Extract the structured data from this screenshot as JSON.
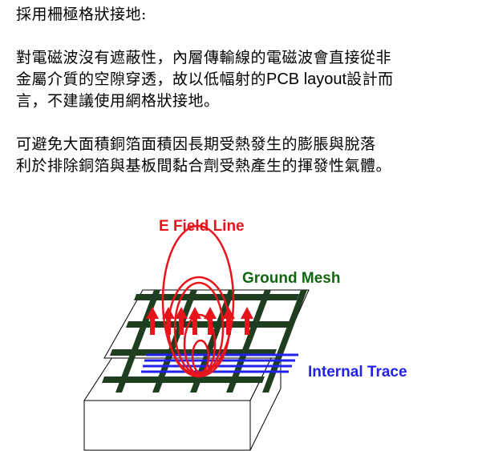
{
  "heading": "採用柵極格狀接地:",
  "paragraph1": {
    "line1": "對電磁波沒有遮蔽性，內層傳輸線的電磁波會直接從非",
    "line2_before": "金屬介質的空隙穿透，故以低幅射的",
    "line2_latin": "PCB layout",
    "line2_after": "設計而",
    "line3": "言，不建議使用網格狀接地。"
  },
  "paragraph2": {
    "line1": "可避免大面積銅箔面積因長期受熱發生的膨脹與脫落",
    "line2": "利於排除銅箔與基板間黏合劑受熱產生的揮發性氣體。"
  },
  "diagram": {
    "labels": {
      "e_field": "E Field Line",
      "ground_mesh": "Ground Mesh",
      "internal_trace": "Internal Trace"
    },
    "colors": {
      "e_field": "#e8141c",
      "ground_mesh": "#116611",
      "mesh_bar": "#1f3d1f",
      "internal_trace": "#2222ee",
      "arrow": "#e8141c"
    }
  }
}
